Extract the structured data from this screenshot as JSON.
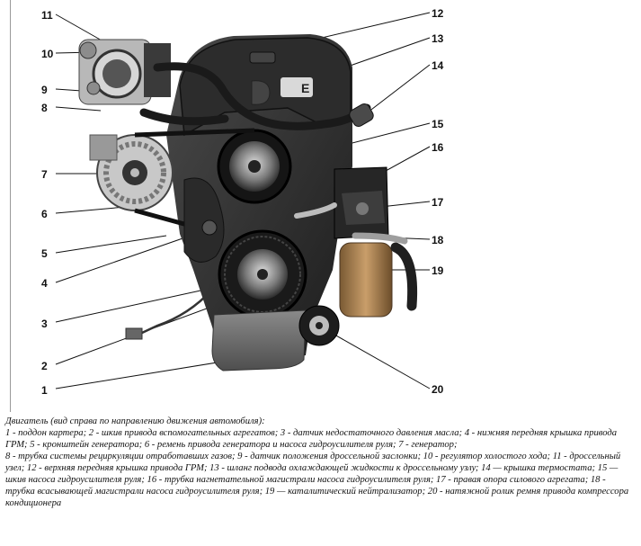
{
  "callouts": [
    {
      "n": "1"
    },
    {
      "n": "2"
    },
    {
      "n": "3"
    },
    {
      "n": "4"
    },
    {
      "n": "5"
    },
    {
      "n": "6"
    },
    {
      "n": "7"
    },
    {
      "n": "8"
    },
    {
      "n": "9"
    },
    {
      "n": "10"
    },
    {
      "n": "11"
    },
    {
      "n": "12"
    },
    {
      "n": "13"
    },
    {
      "n": "14"
    },
    {
      "n": "15"
    },
    {
      "n": "16"
    },
    {
      "n": "17"
    },
    {
      "n": "18"
    },
    {
      "n": "19"
    },
    {
      "n": "20"
    }
  ],
  "engine_cover_label": "E",
  "caption": {
    "title": "Двигатель (вид справа по направлению движения автомобиля):",
    "body": "1 - поддон картера; 2 - шкив привода вспомогательных агрегатов; 3 - датчик недостаточного давления масла; 4 - нижняя передняя крышка привода ГРМ; 5 - кронштейн генератора; 6 - ремень привода генератора и насоса гидроусилителя руля; 7 - генератор;",
    "body2": "8 - трубка системы рециркуляции отработавших газов; 9 - датчик положения дроссельной заслонки; 10 - регулятор холостого хода; 11 - дроссельный узел; 12 - верхняя передняя крышка привода ГРМ; 13 - шланг подвода охлаждающей жидкости к дроссельному узлу; 14 — крышка термостата; 15 — шкив насоса гидроусилителя руля; 16 - трубка нагнетательной магистрали насоса гидроусилителя руля; 17 - правая опора силового агрегата; 18 - трубка всасывающей магистрали насоса гидроусилителя руля; 19 — каталитический нейтрализатор; 20 - натяжной ролик ремня привода компрессора кондиционера"
  }
}
